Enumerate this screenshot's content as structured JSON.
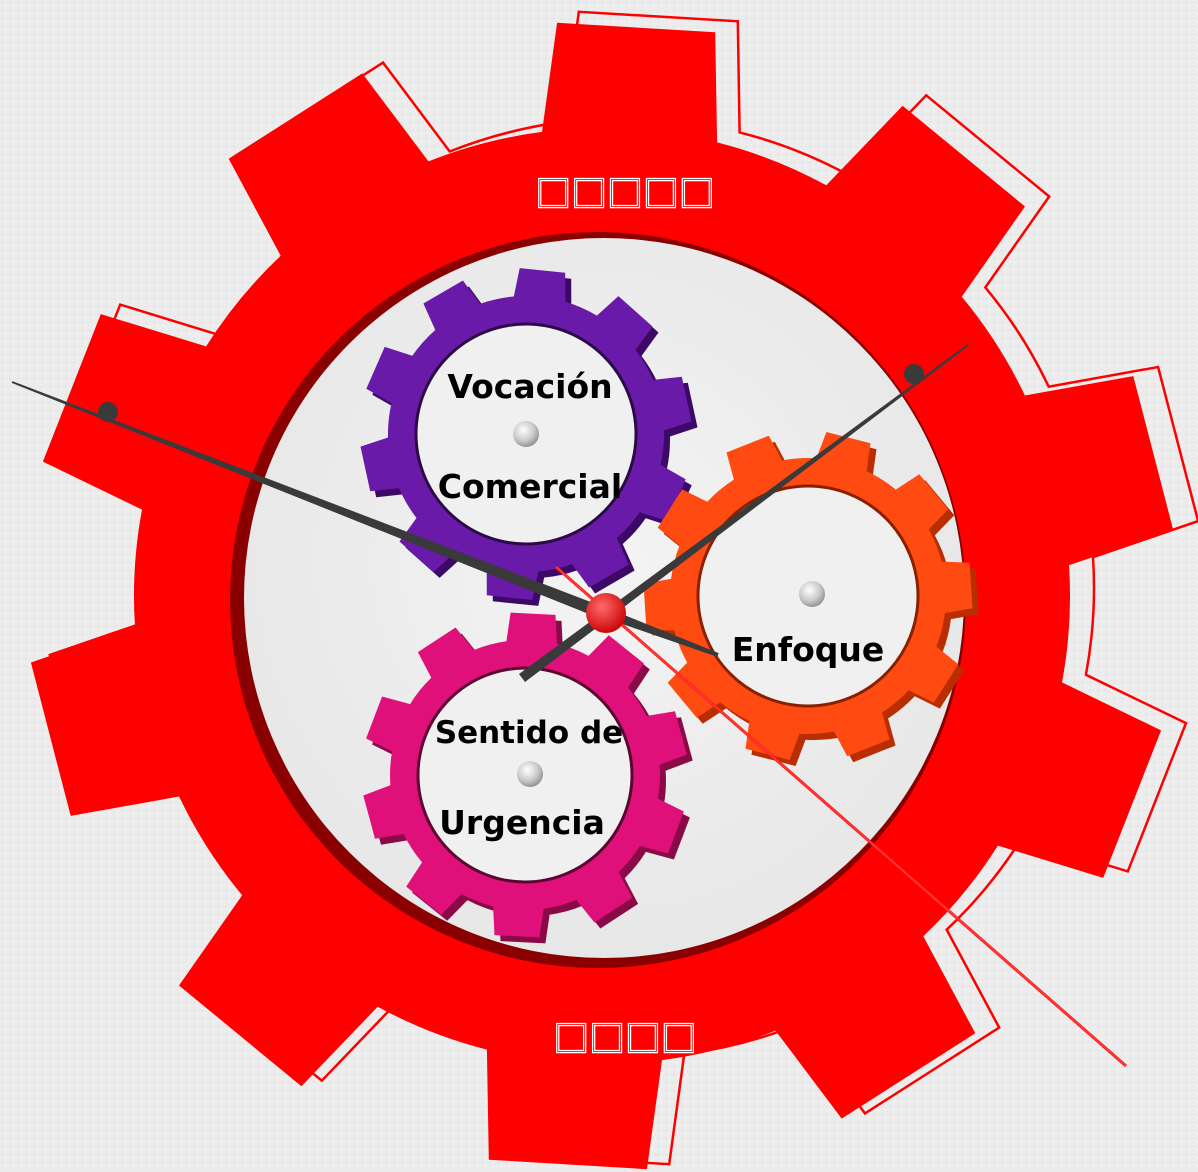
{
  "title": "",
  "outer_gear": {
    "top_glyphs": "□□□□□",
    "bottom_glyphs": "□□□□",
    "color": "#ff0000",
    "shadow_color": "#c40000"
  },
  "gears": [
    {
      "id": "vocacion",
      "line1": "Vocación",
      "line2": "Comercial",
      "color": "#6a1aa8"
    },
    {
      "id": "enfoque",
      "line1": "Enfoque",
      "line2": "",
      "color": "#ff4a12"
    },
    {
      "id": "urgencia",
      "line1": "Sentido de",
      "line2": "Urgencia",
      "color": "#e0107a"
    }
  ],
  "clock": {
    "hand_color": "#3a3a3a",
    "second_hand_color": "#ff1a1a",
    "hub_color": "#ff1a1a"
  },
  "colors": {
    "background": "#ededed",
    "face": "#f0f0f0"
  }
}
